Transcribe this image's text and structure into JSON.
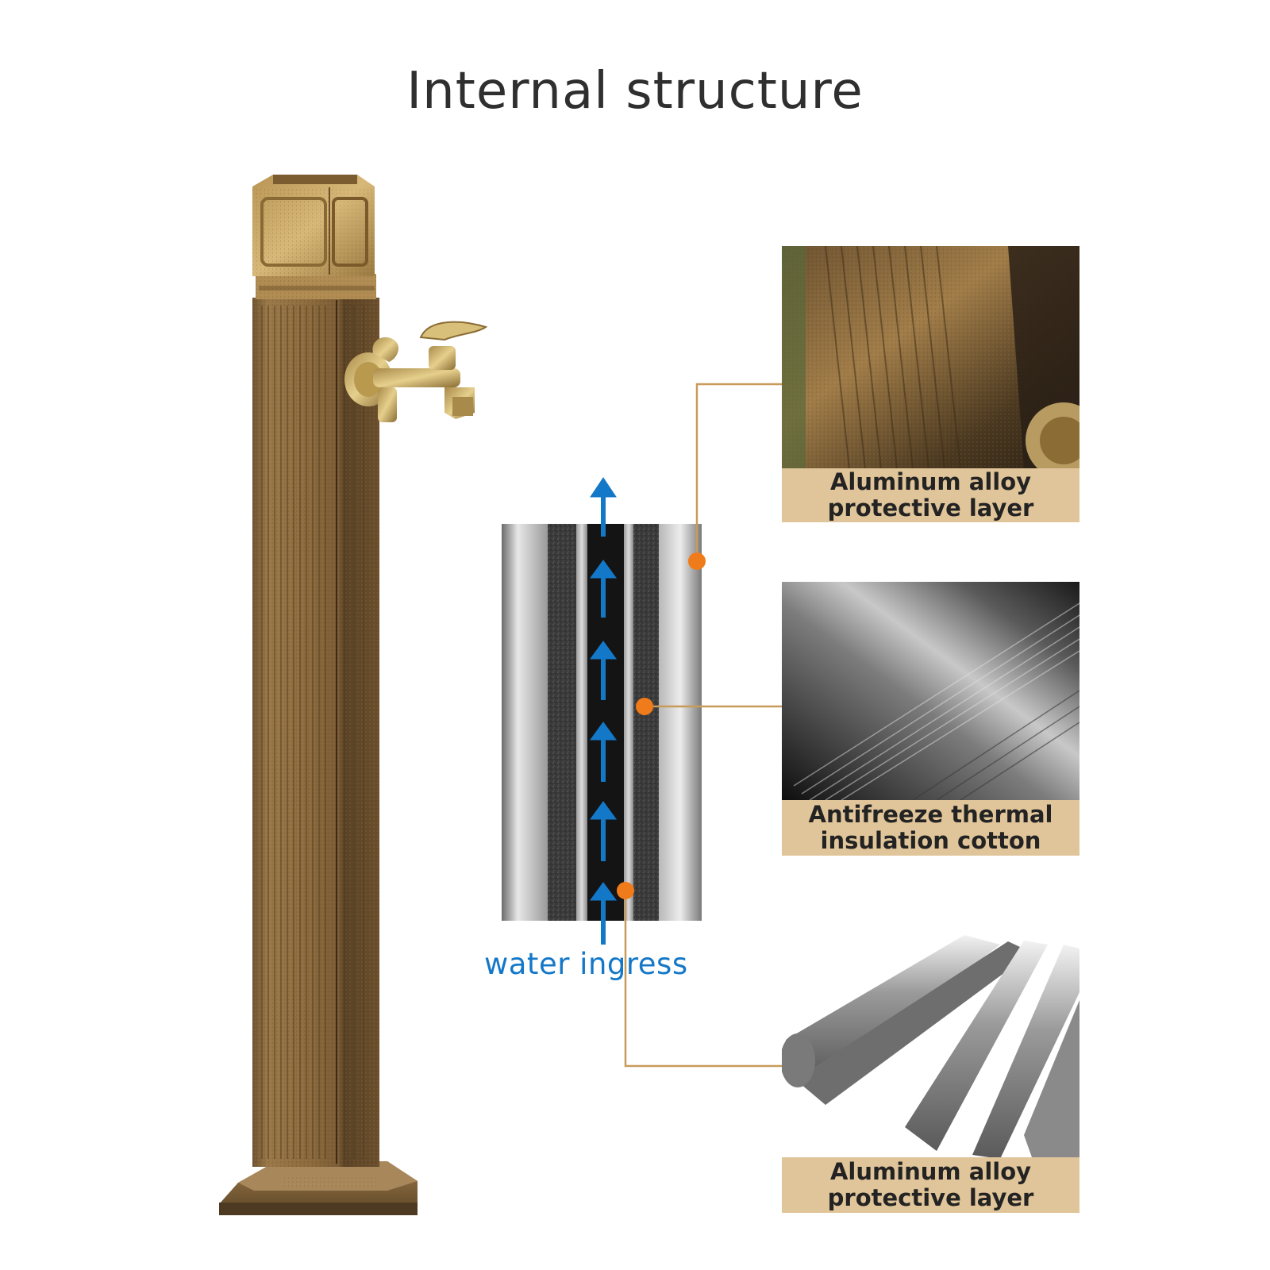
{
  "title": "Internal structure",
  "water_label": "water ingress",
  "panels": [
    {
      "caption": "Aluminum alloy\nprotective layer",
      "image": "brushed-gold-post-texture"
    },
    {
      "caption": "Antifreeze thermal\ninsulation cotton",
      "image": "braided-insulation-texture"
    },
    {
      "caption": "Aluminum alloy\nprotective layer",
      "image": "aluminum-rods"
    }
  ],
  "colors": {
    "title": "#2f2f2f",
    "caption_bg": "#e1c59a",
    "water_blue": "#1478c8",
    "leader_line": "#c89b5a",
    "dot_orange": "#f07b1a",
    "post_bronze": "#8a6a3e"
  }
}
